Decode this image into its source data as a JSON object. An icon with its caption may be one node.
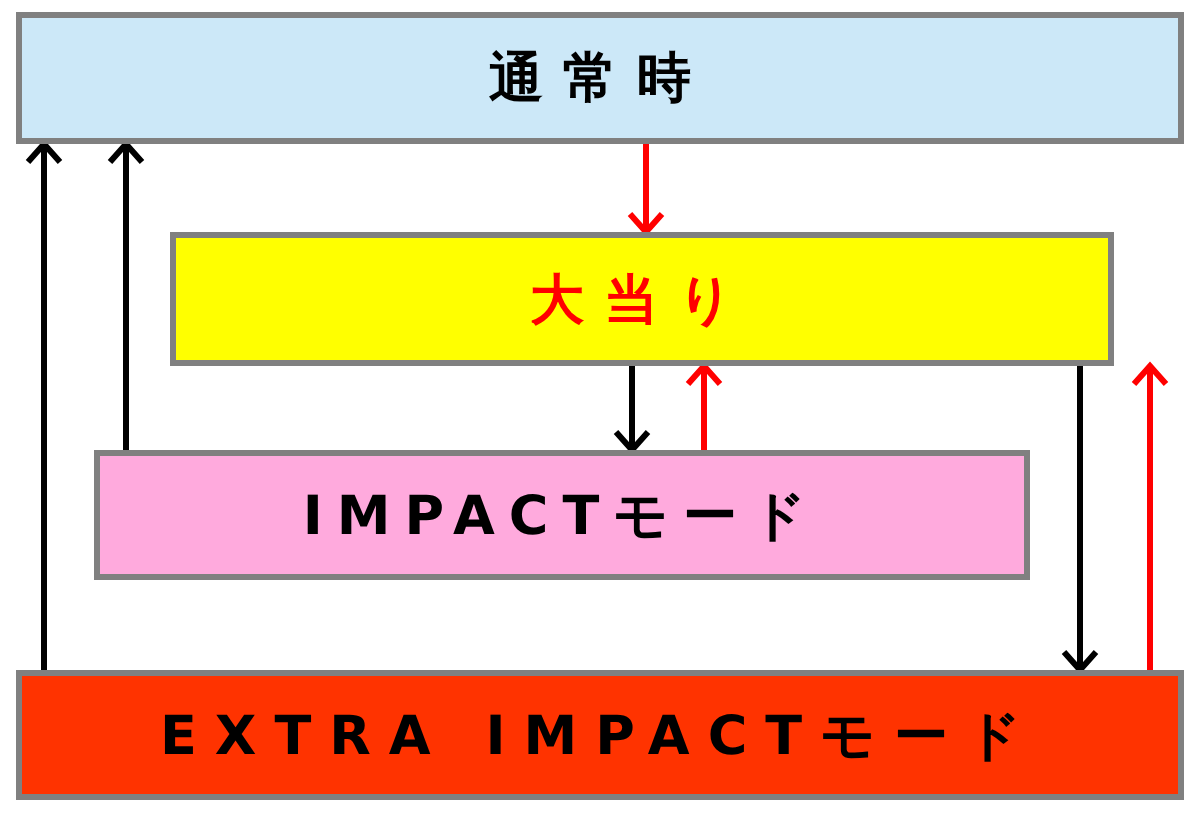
{
  "diagram": {
    "nodes": [
      {
        "text": [
          "通常時"
        ]
      },
      {
        "text": [
          "大当り"
        ]
      },
      {
        "text": [
          "IMPACTモード"
        ]
      },
      {
        "text": [
          "EXTRA IMPACTモード"
        ]
      }
    ],
    "edges": [
      {
        "from": 0,
        "to": 1,
        "arrow": "to",
        "color": "#ff0000"
      },
      {
        "from": 1,
        "to": 2,
        "arrow": "to"
      },
      {
        "from": 2,
        "to": 1,
        "arrow": "to",
        "color": "#ff0000"
      },
      {
        "from": 2,
        "to": 0,
        "arrow": "to"
      },
      {
        "from": 3,
        "to": 0,
        "arrow": "to"
      },
      {
        "from": 1,
        "to": 3,
        "arrow": "to"
      },
      {
        "from": 3,
        "to": 1,
        "arrow": "to",
        "color": "#ff0000"
      }
    ]
  }
}
